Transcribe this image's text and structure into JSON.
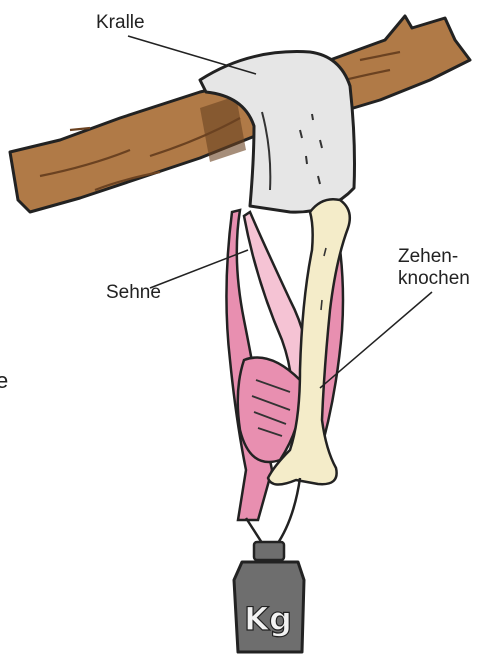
{
  "labels": {
    "kralle": "Kralle",
    "sehne": "Sehne",
    "zehenknochen_line1": "Zehen-",
    "zehenknochen_line2": "knochen",
    "edge_fragment": "e"
  },
  "weight": {
    "text": "Kg"
  },
  "colors": {
    "branch": "#b07a47",
    "branch_dark": "#6b4221",
    "claw": "#e6e6e6",
    "tendon": "#e88fb0",
    "tendon_light": "#f5c3d4",
    "bone": "#f4ecc9",
    "weight": "#6e6e6e",
    "outline": "#222222"
  }
}
